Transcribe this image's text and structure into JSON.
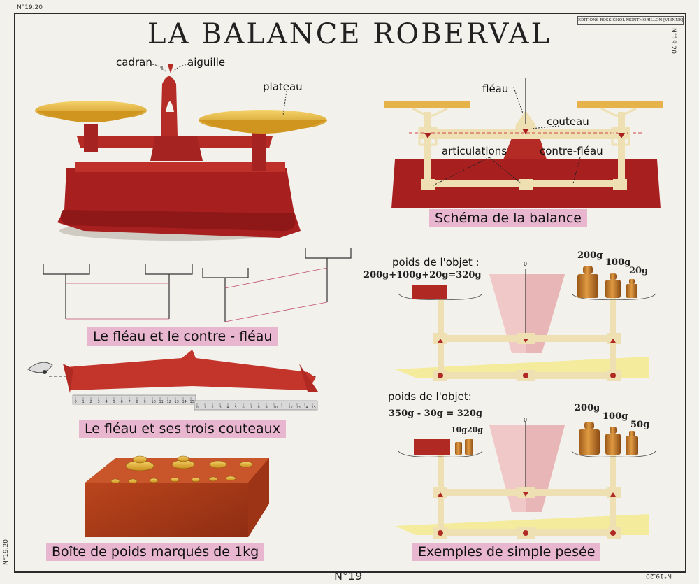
{
  "poster": {
    "title": "LA BALANCE ROBERVAL",
    "corner_top_left": "N°19.20",
    "corner_top_right": "N°19.20",
    "corner_bottom_left": "N°19.20",
    "corner_bottom_right": "N°19.20",
    "editions": "EDITIONS ROSSIGNOL   MONTMORILLON  [VIENNE]",
    "page_number": "N°19"
  },
  "balance_photo": {
    "labels": {
      "cadran": "cadran",
      "aiguille": "aiguille",
      "plateau": "plateau"
    }
  },
  "schema": {
    "labels": {
      "fleau": "fléau",
      "couteau": "couteau",
      "articulations": "articulations",
      "contre_fleau": "contre-fléau"
    },
    "caption": "Schéma de la balance"
  },
  "fleau_diagram": {
    "caption": "Le fléau et le contre - fléau"
  },
  "couteaux": {
    "caption": "Le fléau et ses trois couteaux",
    "ruler1_ticks": [
      "0",
      "1",
      "2",
      "3",
      "4",
      "5",
      "6",
      "7",
      "8",
      "9",
      "10",
      "11",
      "12",
      "13",
      "14",
      "15"
    ],
    "ruler2_ticks": [
      "0",
      "1",
      "2",
      "3",
      "4",
      "5",
      "6",
      "7",
      "8",
      "9",
      "10",
      "11",
      "12",
      "13",
      "14",
      "15"
    ]
  },
  "weights_box": {
    "caption": "Boîte de poids marqués de 1kg"
  },
  "example1": {
    "heading": "poids de l'objet :",
    "equation": "200g+100g+20g=320g",
    "weights": [
      "200g",
      "100g",
      "20g"
    ],
    "dial_zero": "0"
  },
  "example2": {
    "heading": "poids de l'objet:",
    "equation": "350g - 30g = 320g",
    "left_weights": "10g20g",
    "weights": [
      "200g",
      "100g",
      "50g"
    ],
    "dial_zero": "0"
  },
  "examples_caption": "Exemples de simple pesée",
  "colors": {
    "red": "#b02a23",
    "gold": "#e0a92a",
    "pink": "#e8b6cf",
    "cream": "#efe0b4",
    "yellow_floor": "#f4eb9c",
    "copper": "#c07a2a"
  }
}
